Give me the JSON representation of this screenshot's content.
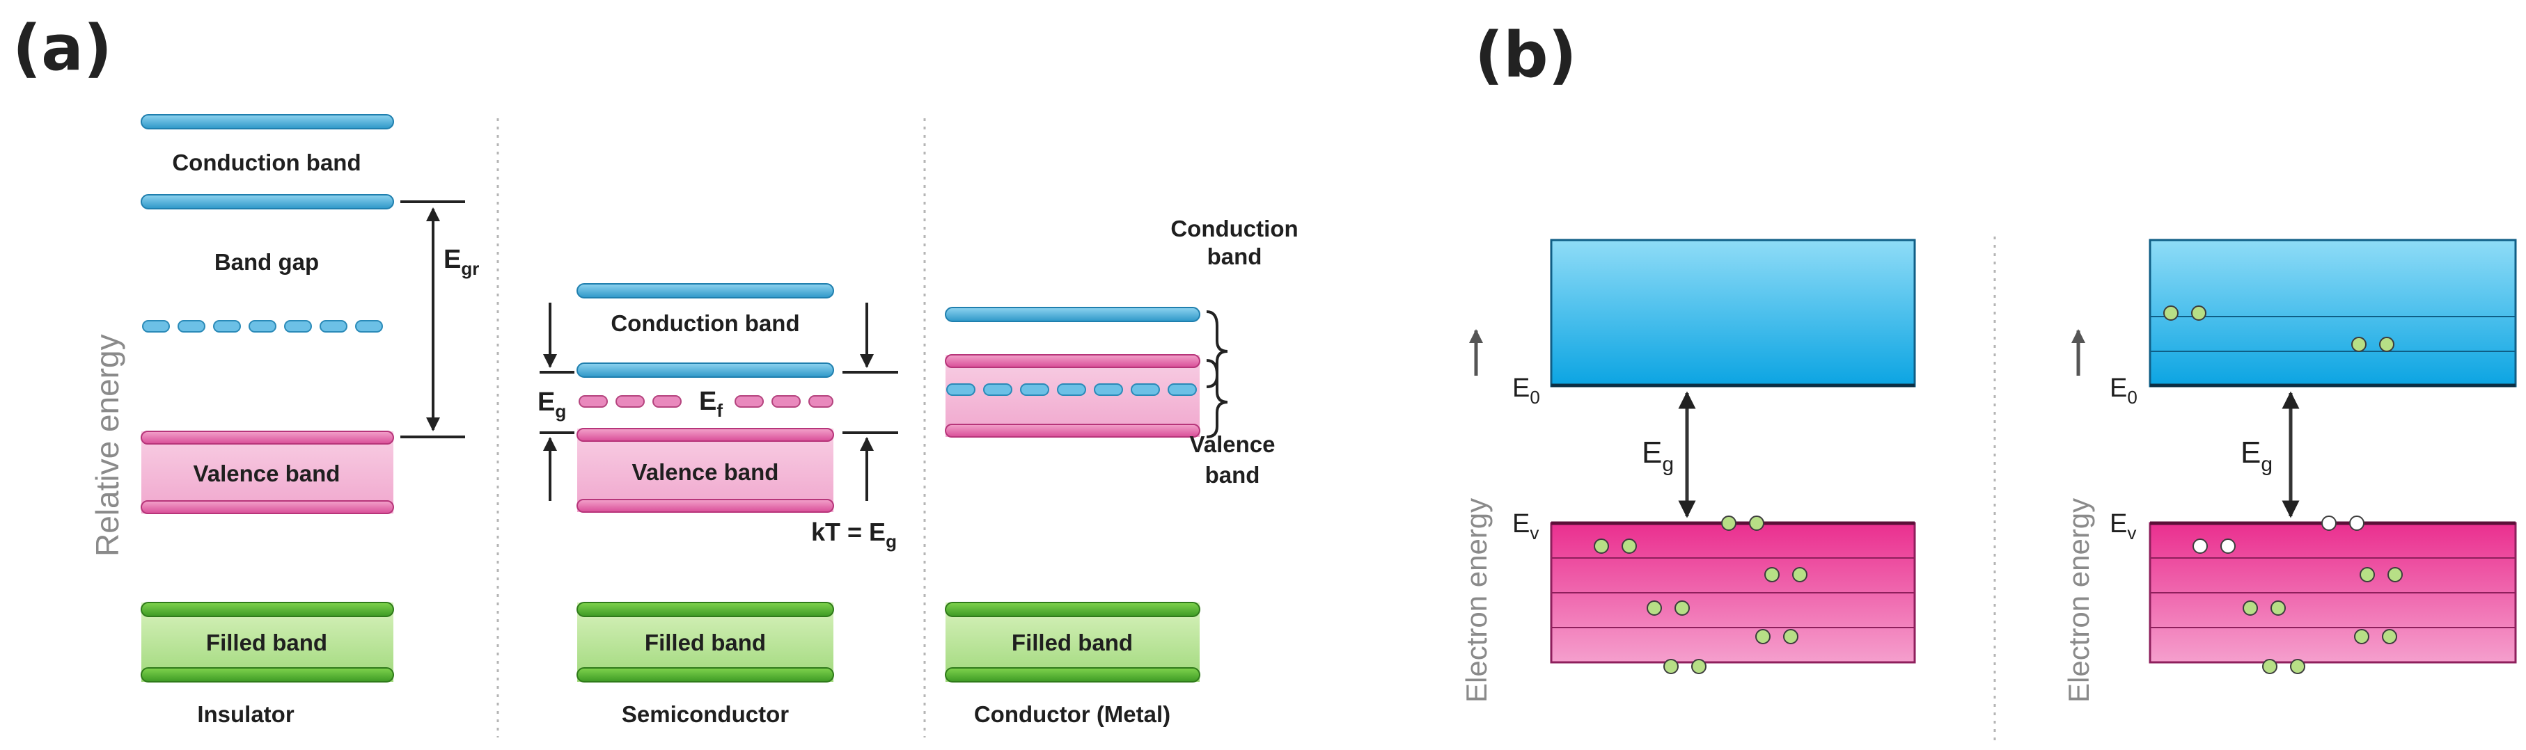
{
  "panel_a": {
    "label": "(a)",
    "y_axis": "Relative energy",
    "insulator": {
      "conduction_band": "Conduction band",
      "band_gap": "Band gap",
      "egr_main": "E",
      "egr_sub": "gr",
      "valence_band": "Valence band",
      "filled_band": "Filled band",
      "caption": "Insulator"
    },
    "semiconductor": {
      "conduction_band": "Conduction band",
      "eg_main": "E",
      "eg_sub": "g",
      "ef_main": "E",
      "ef_sub": "f",
      "valence_band": "Valence band",
      "kt_main": "kT = E",
      "kt_sub": "g",
      "filled_band": "Filled band",
      "caption": "Semiconductor"
    },
    "conductor": {
      "conduction_line1": "Conduction",
      "conduction_line2": "band",
      "valence_line1": "Valence",
      "valence_line2": "band",
      "filled_band": "Filled band",
      "caption": "Conductor (Metal)"
    }
  },
  "panel_b": {
    "label": "(b)",
    "left": {
      "y_axis": "Electron energy",
      "e0_main": "E",
      "e0_sub": "0",
      "eg_main": "E",
      "eg_sub": "g",
      "ev_main": "E",
      "ev_sub": "v"
    },
    "right": {
      "y_axis": "Electron energy",
      "e0_main": "E",
      "e0_sub": "0",
      "eg_main": "E",
      "eg_sub": "g",
      "ev_main": "E",
      "ev_sub": "v"
    }
  },
  "colors": {
    "conduction_blue": "#3fa9d6",
    "valence_pink": "#e65aa6",
    "filled_green": "#4fae2f",
    "electron": "#b7df86",
    "hole": "#ffffff"
  }
}
